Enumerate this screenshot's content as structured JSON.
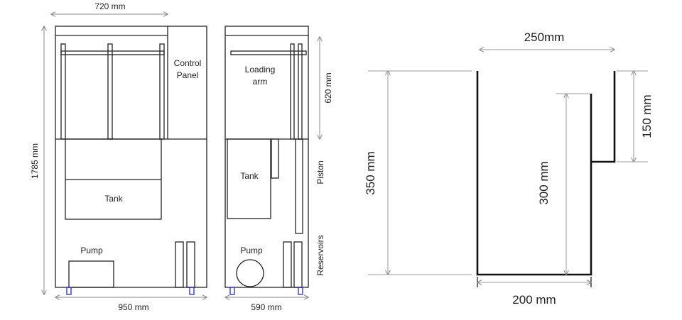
{
  "front_view": {
    "width_top": "720 mm",
    "height": "1785 mm",
    "width_bottom": "950 mm",
    "control_panel": "Control\nPanel",
    "tank": "Tank",
    "pump": "Pump"
  },
  "side_view": {
    "loading_arm": "Loading\narm",
    "height_620": "620 mm",
    "piston": "Piston",
    "tank": "Tank",
    "reservoirs": "Reservoirs",
    "pump": "Pump",
    "width_bottom": "590 mm"
  },
  "tank_section": {
    "width_top": "250mm",
    "height_350": "350 mm",
    "height_300": "300 mm",
    "height_150": "150 mm",
    "width_bottom": "200 mm"
  }
}
